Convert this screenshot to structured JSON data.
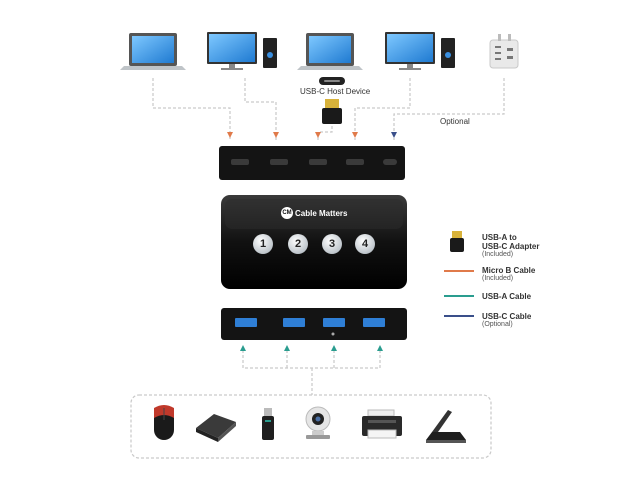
{
  "host_label": "USB-C Host Device",
  "optional_label": "Optional",
  "brand": {
    "logo_text": "CM",
    "name": "Cable Matters"
  },
  "port_numbers": [
    "1",
    "2",
    "3",
    "4"
  ],
  "legend": [
    {
      "title": "USB-A to",
      "title2": "USB-C Adapter",
      "sub": "(Included)",
      "kind": "adapter-icon"
    },
    {
      "title": "Micro B Cable",
      "sub": "(Included)",
      "color": "#e07a4a"
    },
    {
      "title": "USB-A Cable",
      "sub": "",
      "color": "#2a9d8f"
    },
    {
      "title": "USB-C Cable",
      "sub": "(Optional)",
      "color": "#3a4f8a"
    }
  ],
  "colors": {
    "micro_b": "#e07a4a",
    "usb_a": "#2a9d8f",
    "usb_c": "#3a4f8a",
    "usb3_port": "#2f7fd6"
  },
  "hosts": [
    "laptop-icon",
    "desktop-monitor-icon",
    "laptop-icon",
    "desktop-monitor-icon",
    "wall-charger-icon"
  ],
  "peripherals": [
    "mouse-icon",
    "external-drive-icon",
    "flash-drive-icon",
    "webcam-icon",
    "printer-icon",
    "scanner-icon"
  ]
}
